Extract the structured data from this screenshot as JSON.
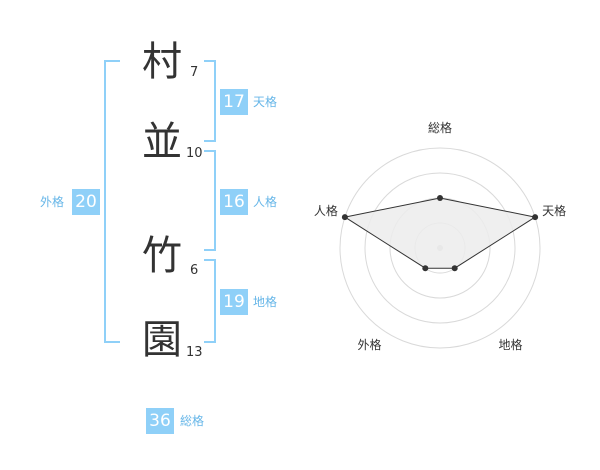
{
  "name_chars": [
    {
      "char": "村",
      "strokes": "7"
    },
    {
      "char": "並",
      "strokes": "10"
    },
    {
      "char": "竹",
      "strokes": "6"
    },
    {
      "char": "園",
      "strokes": "13"
    }
  ],
  "fortunes": {
    "tenkaku": {
      "value": "17",
      "label": "天格"
    },
    "jinkaku": {
      "value": "16",
      "label": "人格"
    },
    "chikaku": {
      "value": "19",
      "label": "地格"
    },
    "gaikaku": {
      "value": "20",
      "label": "外格"
    },
    "soukaku": {
      "value": "36",
      "label": "総格"
    }
  },
  "colors": {
    "accent": "#8fd0f8",
    "label": "#66b6e8",
    "text": "#333333",
    "grid": "#d9d9d9"
  },
  "chart_data": {
    "type": "radar",
    "axes": [
      "総格",
      "天格",
      "地格",
      "外格",
      "人格"
    ],
    "values": [
      2,
      4,
      1,
      1,
      4
    ],
    "max": 4
  }
}
